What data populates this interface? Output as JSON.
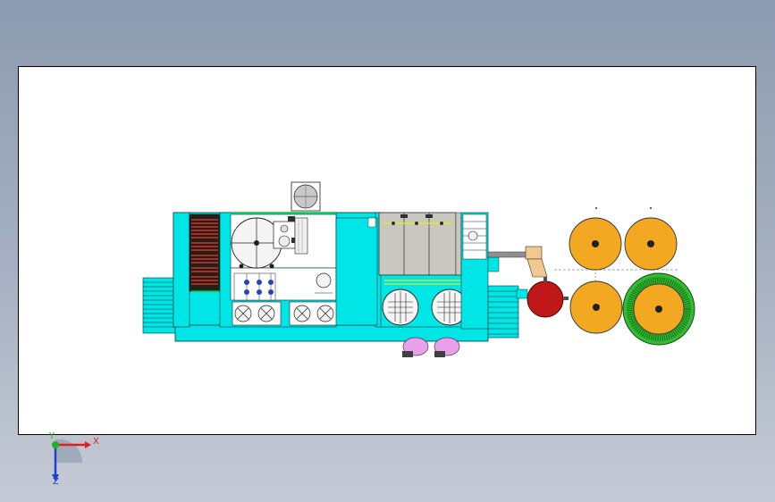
{
  "view": {
    "background_top": "#8d9bb0",
    "background_bottom": "#c5cbd6",
    "sheet_color": "#ffffff"
  },
  "colors": {
    "frame": "#00e5e5",
    "panel_gray": "#c8c8c0",
    "red_louvers": "#e03020",
    "reel_gold": "#f2a820",
    "reel_green": "#33bb33",
    "tank_red": "#c01818",
    "wheel_pink": "#e8a0e8",
    "guide_yellow": "#e8e820",
    "outlet_tan": "#f0c890"
  },
  "triad": {
    "x_label": "X",
    "y_label": "Y",
    "z_label": "Z",
    "x_color": "#e02020",
    "y_color": "#20b020",
    "z_color": "#2040d0"
  }
}
